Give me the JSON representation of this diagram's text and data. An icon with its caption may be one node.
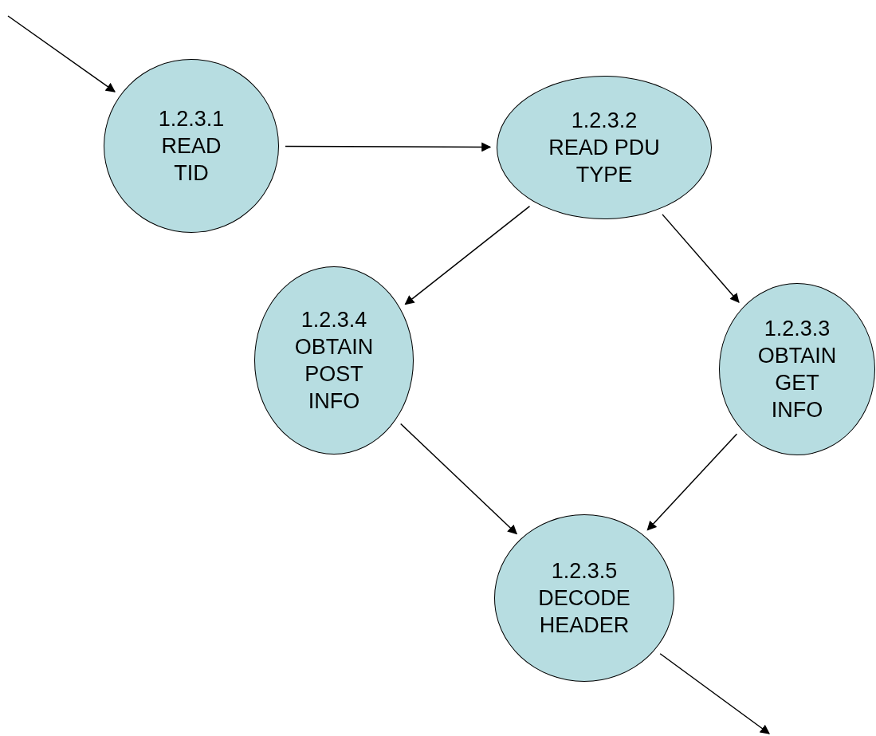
{
  "diagram": {
    "nodes": [
      {
        "text": [
          "1.2.3.1",
          "READ TID"
        ]
      },
      {
        "text": [
          "1.2.3.2",
          "READ PDU TYPE"
        ]
      },
      {
        "text": [
          "1.2.3.4",
          "OBTAIN POST INFO"
        ]
      },
      {
        "text": [
          "1.2.3.3",
          "OBTAIN GET INFO"
        ]
      },
      {
        "text": [
          "1.2.3.5",
          "DECODE HEADER"
        ]
      }
    ],
    "edges": [
      {
        "from": null,
        "to": 0,
        "arrow": "to"
      },
      {
        "from": 0,
        "to": 1,
        "arrow": "to"
      },
      {
        "from": 1,
        "to": 2,
        "arrow": "to"
      },
      {
        "from": 1,
        "to": 3,
        "arrow": "to"
      },
      {
        "from": 2,
        "to": 4,
        "arrow": "to"
      },
      {
        "from": 3,
        "to": 4,
        "arrow": "to"
      },
      {
        "from": 4,
        "to": null,
        "arrow": "to"
      }
    ]
  }
}
